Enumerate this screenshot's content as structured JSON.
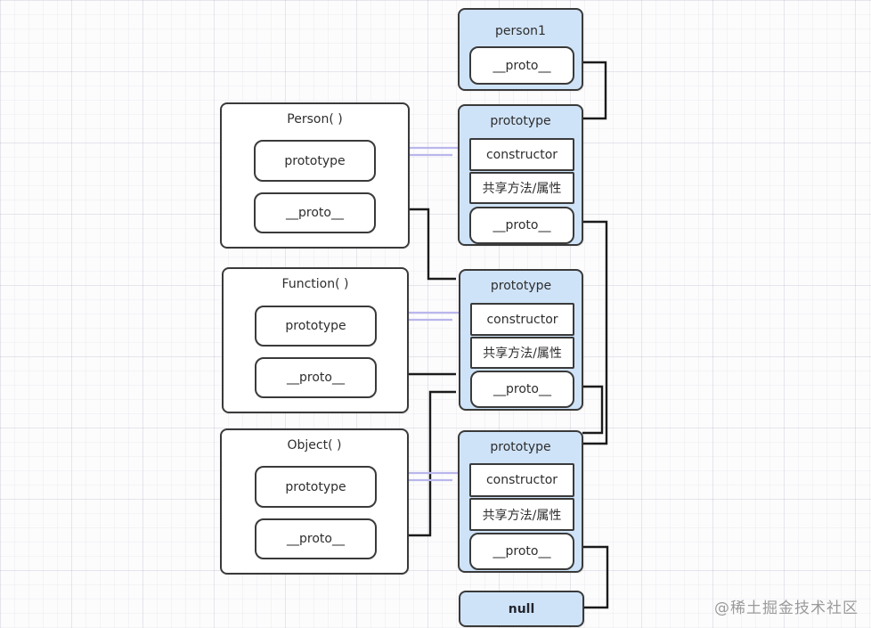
{
  "left_column": {
    "person_box": {
      "title": "Person( )",
      "slot1": "prototype",
      "slot2": "__proto__"
    },
    "function_box": {
      "title": "Function( )",
      "slot1": "prototype",
      "slot2": "__proto__"
    },
    "object_box": {
      "title": "Object( )",
      "slot1": "prototype",
      "slot2": "__proto__"
    }
  },
  "right_column": {
    "person1_box": {
      "title": "person1",
      "slot1": "__proto__"
    },
    "person_prototype_box": {
      "title": "prototype",
      "slot1": "constructor",
      "slot2": "共享方法/属性",
      "slot3": "__proto__"
    },
    "function_prototype_box": {
      "title": "prototype",
      "slot1": "constructor",
      "slot2": "共享方法/属性",
      "slot3": "__proto__"
    },
    "object_prototype_box": {
      "title": "prototype",
      "slot1": "constructor",
      "slot2": "共享方法/属性",
      "slot3": "__proto__"
    },
    "null_box": {
      "label": "null"
    }
  },
  "edges": [
    {
      "from": "person1.__proto__",
      "to": "Person.prototype",
      "style": "black"
    },
    {
      "from": "Person.__proto__",
      "to": "Function.prototype",
      "style": "black"
    },
    {
      "from": "Person.prototype.__proto__",
      "to": "Object.prototype",
      "style": "black"
    },
    {
      "from": "Function.__proto__",
      "to": "Function.prototype",
      "style": "black"
    },
    {
      "from": "Object.__proto__",
      "to": "Function.prototype",
      "style": "black"
    },
    {
      "from": "Function.prototype.__proto__",
      "to": "Object.prototype",
      "style": "black"
    },
    {
      "from": "Object.prototype.__proto__",
      "to": "null",
      "style": "black"
    },
    {
      "from": "Person.prototype",
      "to": "Person.prototype.constructor",
      "style": "lavender",
      "bidirectional": true
    },
    {
      "from": "Function.prototype",
      "to": "Function.prototype.constructor",
      "style": "lavender",
      "bidirectional": true
    },
    {
      "from": "Object.prototype",
      "to": "Object.prototype.constructor",
      "style": "lavender",
      "bidirectional": true
    }
  ],
  "watermark": {
    "text": "@稀土掘金技术社区"
  },
  "colors": {
    "blue_box_fill": "#cfe3f8",
    "box_border": "#3a3a3a",
    "black_arrow": "#1b1b1b",
    "lavender_arrow": "#b9b6ec",
    "text": "#2e2e2e",
    "watermark": "#9a9a9a",
    "background": "#fcfcfd"
  }
}
